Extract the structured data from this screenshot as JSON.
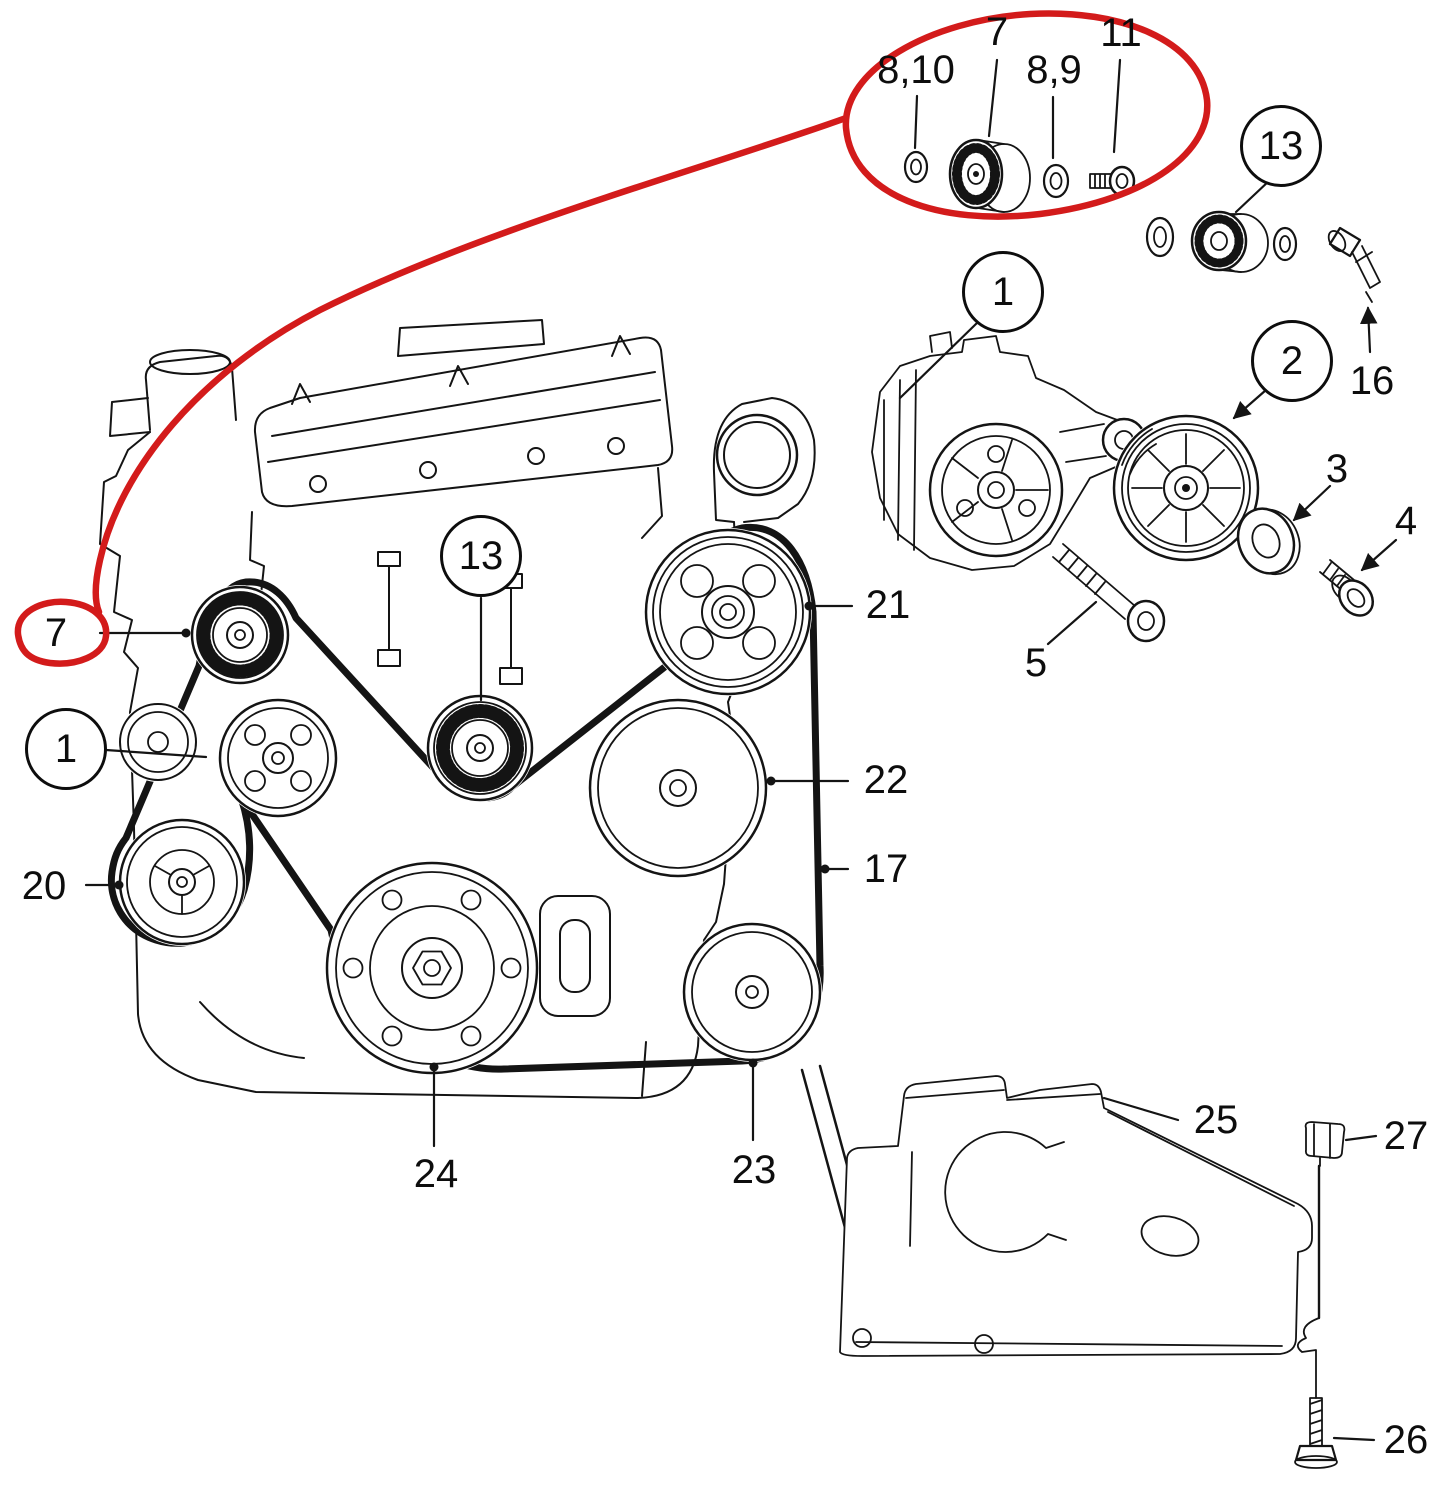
{
  "diagram": {
    "background": "#ffffff",
    "line_color": "#141414",
    "annotation_color": "#d31b1b",
    "callouts": {
      "top_8_10": "8,10",
      "top_7": "7",
      "top_8_9": "8,9",
      "top_11": "11",
      "right_13": "13",
      "right_16": "16",
      "tensioner_1": "1",
      "pulley_2": "2",
      "washer_3": "3",
      "bolt_4": "4",
      "bolt_5": "5",
      "left_7": "7",
      "center_13": "13",
      "left_1": "1",
      "label_21": "21",
      "label_22": "22",
      "label_17": "17",
      "label_20": "20",
      "label_24": "24",
      "label_23": "23",
      "label_25": "25",
      "label_27": "27",
      "label_26": "26"
    }
  }
}
